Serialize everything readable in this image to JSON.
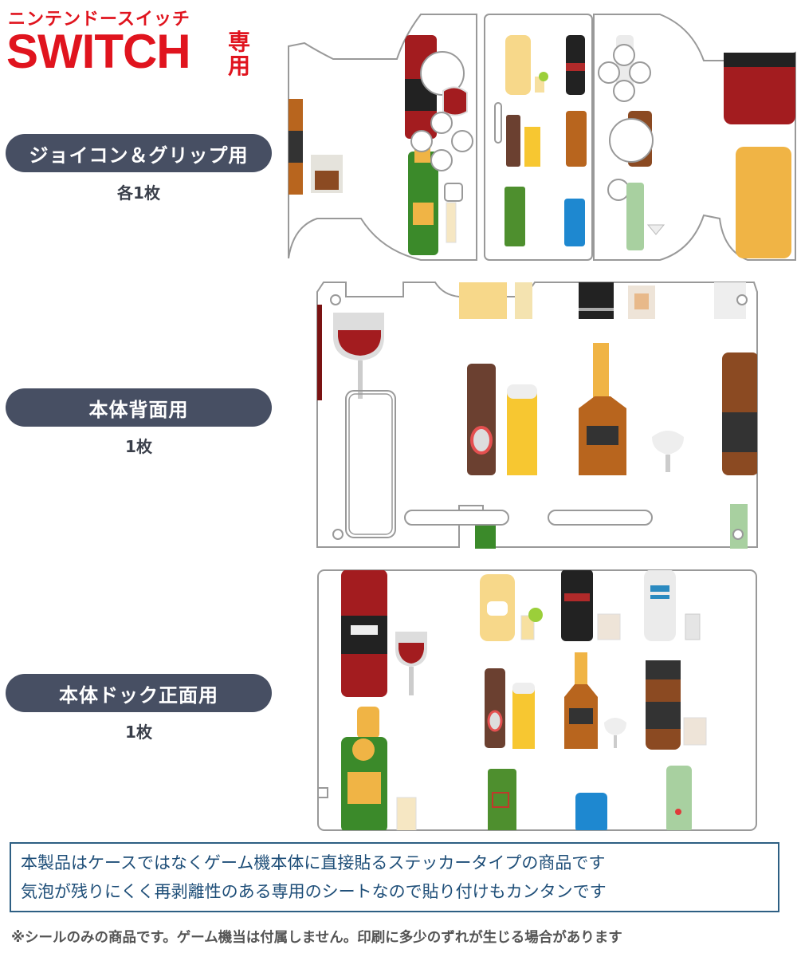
{
  "header": {
    "brand_kana": "ニンテンドースイッチ",
    "brand_name": "SWITCH",
    "brand_suffix": "専用",
    "brand_color": "#e0141e"
  },
  "sections": [
    {
      "label": "ジョイコン＆グリップ用",
      "quantity": "各1枚",
      "design": "joycon-grip-sticker-preview"
    },
    {
      "label": "本体背面用",
      "quantity": "1枚",
      "design": "console-back-sticker-preview"
    },
    {
      "label": "本体ドック正面用",
      "quantity": "1枚",
      "design": "dock-front-sticker-preview"
    }
  ],
  "pattern": {
    "theme": "alcohol-bottles-and-glasses",
    "items": [
      "red-wine-bottle",
      "wine-glass",
      "champagne-bottle",
      "champagne-flute",
      "tequila-bottle",
      "shot-glass-with-lime",
      "coffee-liqueur-bottle",
      "rocks-glass",
      "vodka-bottle",
      "beer-bottle",
      "beer-glass",
      "cognac-bottle",
      "brandy-snifter",
      "whiskey-bottle",
      "green-liqueur-bottle",
      "gin-bottle",
      "vermouth-bottle",
      "martini-glass"
    ]
  },
  "notice": {
    "line1": "本製品はケースではなくゲーム機本体に直接貼るステッカータイプの商品です",
    "line2": "気泡が残りにくく再剥離性のある専用のシートなので貼り付けもカンタンです",
    "border_color": "#2e5f83"
  },
  "footnote": "※シールのみの商品です。ゲーム機当は付属しません。印刷に多少のずれが生じる場合があります"
}
